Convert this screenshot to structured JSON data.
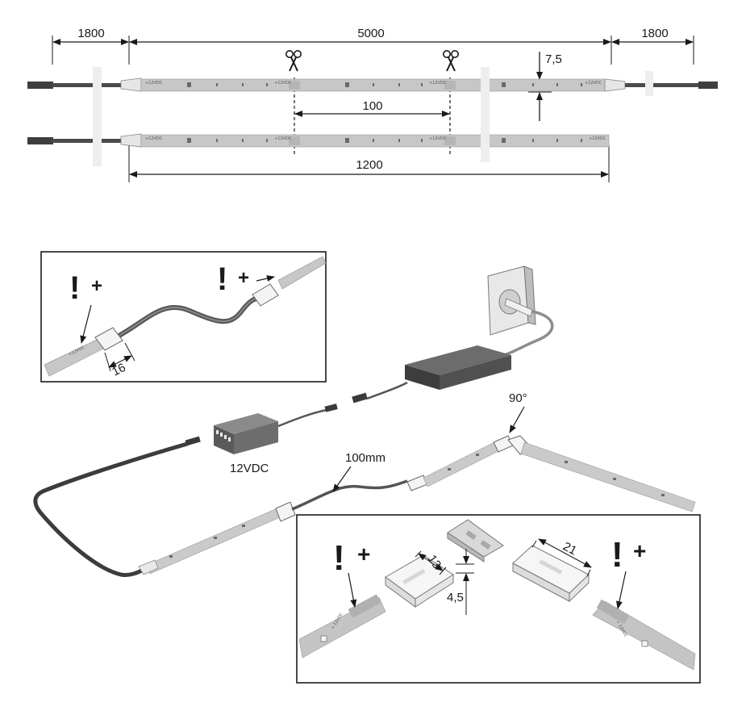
{
  "dimensions": {
    "left_lead": "1800",
    "strip_length": "5000",
    "right_lead": "1800",
    "thickness": "7,5",
    "cut_interval": "100",
    "short_strip": "1200"
  },
  "inset_top": {
    "plus_left": "+",
    "plus_right": "+",
    "connector_length": "16"
  },
  "wiring": {
    "driver_voltage": "12VDC",
    "corner_angle": "90°",
    "cable_length": "100mm"
  },
  "inset_bottom": {
    "plus_left": "+",
    "plus_right": "+",
    "width_dim": "13",
    "gap_dim": "4,5",
    "length_dim": "21",
    "strip_print_left": "+ 12VDC",
    "strip_print_right": "+ 12VDC"
  },
  "strip_print": "+12VDC",
  "warning_symbol": "!",
  "colors": {
    "strip": "#c4c4c4",
    "cable": "#555555",
    "driver": "#4a4a4a",
    "frame": "#1a1a1a"
  },
  "icons": [
    "scissors-icon",
    "warning-icon",
    "wall-socket-icon"
  ]
}
